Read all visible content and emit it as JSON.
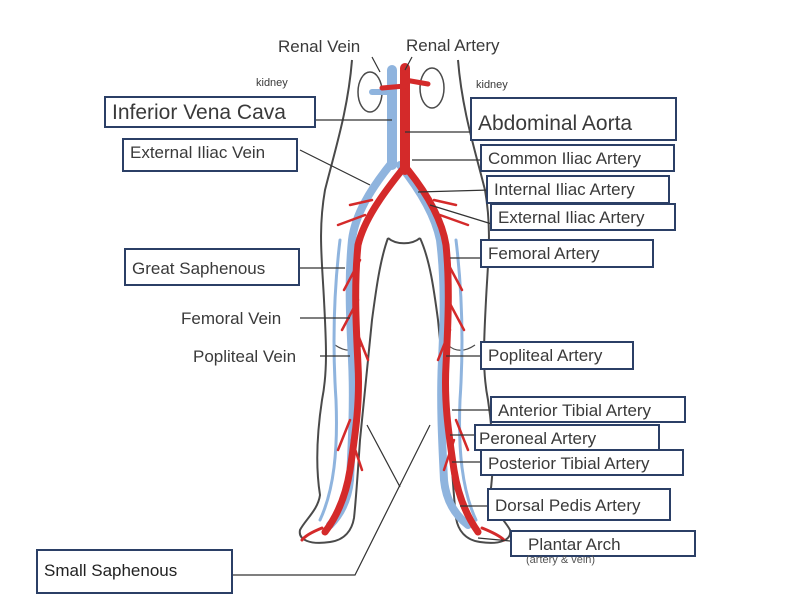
{
  "labels": {
    "renal_vein": "Renal Vein",
    "renal_artery": "Renal Artery",
    "kidney_left": "kidney",
    "kidney_right": "kidney",
    "inferior_vena_cava": "Inferior Vena Cava",
    "abdominal_aorta": "Abdominal Aorta",
    "external_iliac_vein": "External Iliac Vein",
    "common_iliac_artery": "Common Iliac Artery",
    "internal_iliac_artery": "Internal Iliac Artery",
    "external_iliac_artery": "External Iliac Artery",
    "great_saphenous": "Great Saphenous",
    "femoral_artery": "Femoral Artery",
    "femoral_vein": "Femoral Vein",
    "popliteal_vein": "Popliteal Vein",
    "popliteal_artery": "Popliteal Artery",
    "anterior_tibial_artery": "Anterior Tibial Artery",
    "peroneal_artery": "Peroneal Artery",
    "posterior_tibial_artery": "Posterior Tibial Artery",
    "dorsal_pedis_artery": "Dorsal Pedis Artery",
    "plantar_arch": "Plantar Arch",
    "plantar_arch_note": "(artery & vein)",
    "small_saphenous": "Small Saphenous"
  },
  "colors": {
    "artery": "#d42a2a",
    "vein": "#8fb4de",
    "outline": "#4a4a4a",
    "box_border": "#2b3f66",
    "leader": "#333333"
  }
}
